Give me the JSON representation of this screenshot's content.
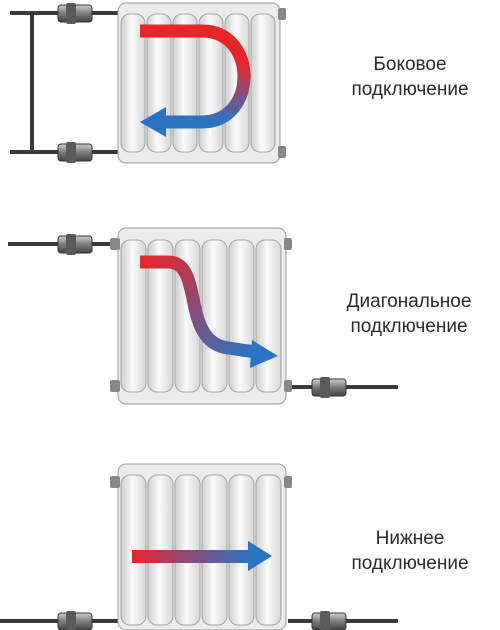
{
  "connections": [
    {
      "id": "side",
      "label_line1": "Боковое",
      "label_line2": "подключение",
      "inlet": "top",
      "outlet": "bottom",
      "side": "same"
    },
    {
      "id": "diagonal",
      "label_line1": "Диагональное",
      "label_line2": "подключение",
      "inlet": "top-left",
      "outlet": "bottom-right",
      "side": "opposite"
    },
    {
      "id": "bottom",
      "label_line1": "Нижнее",
      "label_line2": "подключение",
      "inlet": "bottom-left",
      "outlet": "bottom-right",
      "side": "opposite"
    }
  ],
  "colors": {
    "hot": "#e8242b",
    "cold": "#2a74c4",
    "pipe": "#3a3a3a",
    "radiator_fill": "#f1f1f1",
    "radiator_stroke": "#9a9a9a"
  },
  "radiator_sections": 6
}
